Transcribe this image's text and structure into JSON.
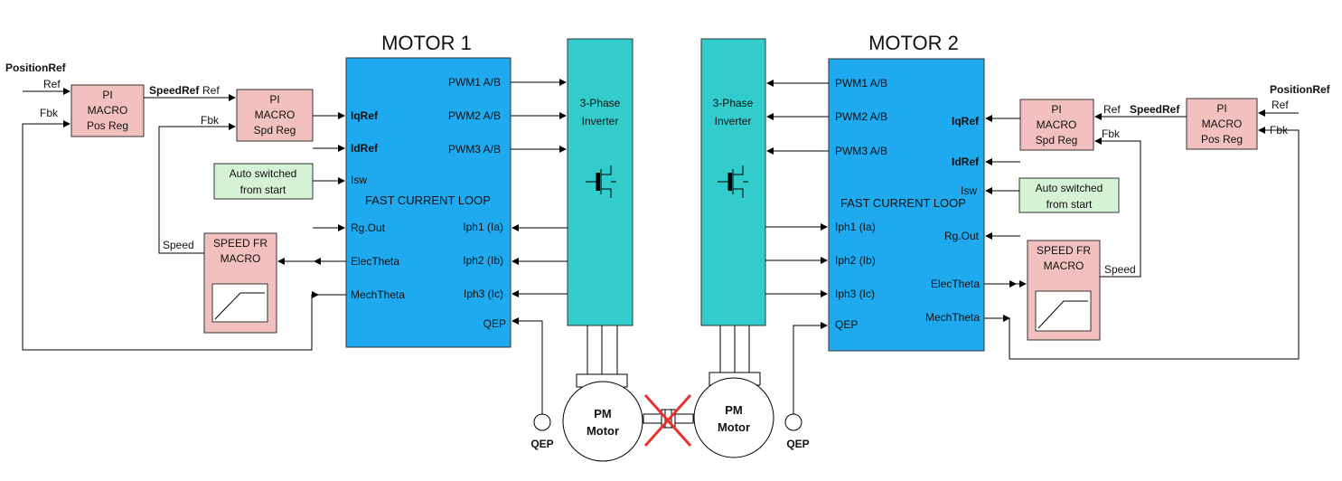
{
  "colors": {
    "controller": "#1fa9ee",
    "inverter": "#33cccc",
    "macro": "#f2c0bf",
    "auto": "#d6f2d4",
    "cross": "#e8332b"
  },
  "motor1": {
    "title": "MOTOR 1",
    "loop": "FAST CURRENT LOOP",
    "pwm": [
      "PWM1 A/B",
      "PWM2 A/B",
      "PWM3 A/B"
    ],
    "inputs": {
      "iqref": "IqRef",
      "idref": "IdRef",
      "isw": "Isw",
      "rgout": "Rg.Out",
      "elec": "ElecTheta",
      "mech": "MechTheta"
    },
    "iph": [
      "Iph1 (Ia)",
      "Iph2 (Ib)",
      "Iph3 (Ic)"
    ],
    "qep": "QEP"
  },
  "motor2": {
    "title": "MOTOR 2",
    "loop": "FAST CURRENT LOOP",
    "pwm": [
      "PWM1 A/B",
      "PWM2 A/B",
      "PWM3 A/B"
    ],
    "inputs": {
      "iqref": "IqRef",
      "idref": "IdRef",
      "isw": "Isw",
      "rgout": "Rg.Out",
      "elec": "ElecTheta",
      "mech": "MechTheta"
    },
    "iph": [
      "Iph1 (Ia)",
      "Iph2 (Ib)",
      "Iph3 (Ic)"
    ],
    "qep": "QEP"
  },
  "inverter": [
    "3-Phase",
    "Inverter"
  ],
  "pos_reg": [
    "PI",
    "MACRO",
    "Pos Reg"
  ],
  "spd_reg": [
    "PI",
    "MACRO",
    "Spd Reg"
  ],
  "speed_fr": [
    "SPEED FR",
    "MACRO"
  ],
  "auto": [
    "Auto switched",
    "from start"
  ],
  "pm_motor": [
    "PM",
    "Motor"
  ],
  "qep_label": "QEP",
  "signals": {
    "position_ref": "PositionRef",
    "speed_ref": "SpeedRef",
    "ref": "Ref",
    "fbk": "Fbk",
    "speed": "Speed"
  }
}
